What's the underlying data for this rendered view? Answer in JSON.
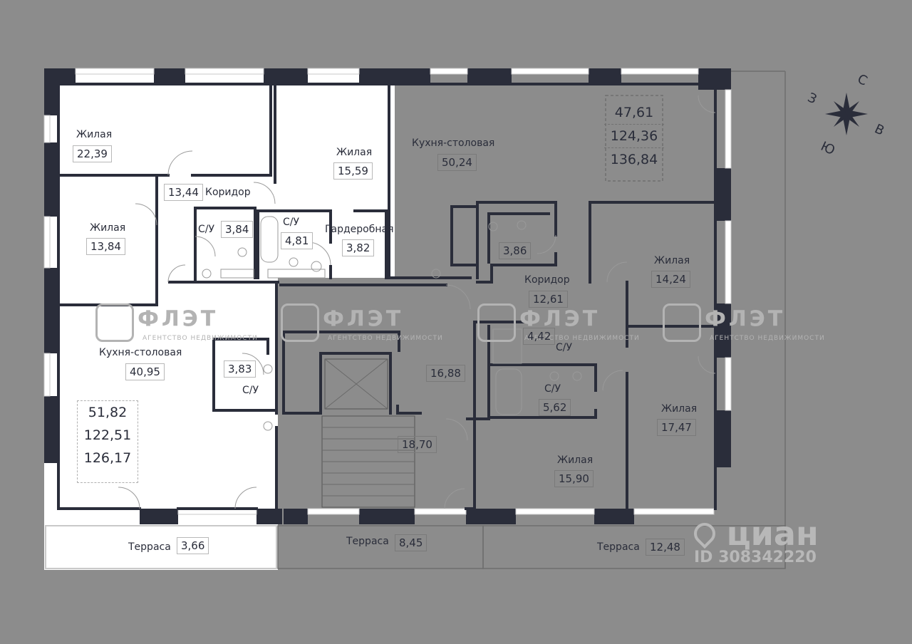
{
  "colors": {
    "background": "#8c8c8c",
    "highlighted_unit": "#ffffff",
    "wall": "#2a2d3a",
    "window": "#ffffff",
    "watermark": "#b3b3b3"
  },
  "compass": {
    "north": "С",
    "east": "В",
    "south": "Ю",
    "west": "З"
  },
  "watermark": {
    "name": "ФЛЭТ",
    "tagline": "АГЕНТСТВО НЕДВИЖИМОСТИ"
  },
  "source_logo": {
    "brand": "циан",
    "id": "ID 308342220"
  },
  "apartment_left": {
    "rooms": [
      {
        "label": "Жилая",
        "area": "22,39"
      },
      {
        "label": "Жилая",
        "area": "15,59"
      },
      {
        "label": "Коридор",
        "area": "13,44"
      },
      {
        "label": "Жилая",
        "area": "13,84"
      },
      {
        "label": "С/У",
        "area": "3,84"
      },
      {
        "label": "С/У",
        "area": "4,81"
      },
      {
        "label": "Гардеробная",
        "area": "3,82"
      },
      {
        "label": "Кухня-столовая",
        "area": "40,95"
      },
      {
        "label": "С/У",
        "area": "3,83"
      },
      {
        "label": "Терраса",
        "area": "3,66"
      }
    ],
    "summary": [
      "51,82",
      "122,51",
      "126,17"
    ]
  },
  "apartment_right": {
    "rooms": [
      {
        "label": "Кухня-столовая",
        "area": "50,24"
      },
      {
        "label": "",
        "area": "3,86"
      },
      {
        "label": "Коридор",
        "area": "12,61"
      },
      {
        "label": "Жилая",
        "area": "14,24"
      },
      {
        "label": "С/У",
        "area": "4,42"
      },
      {
        "label": "С/У",
        "area": "5,62"
      },
      {
        "label": "Жилая",
        "area": "17,47"
      },
      {
        "label": "Жилая",
        "area": "15,90"
      },
      {
        "label": "Терраса",
        "area": "12,48"
      }
    ],
    "summary": [
      "47,61",
      "124,36",
      "136,84"
    ]
  },
  "common": {
    "rooms": [
      {
        "label": "",
        "area": "16,88"
      },
      {
        "label": "",
        "area": "18,70"
      },
      {
        "label": "Терраса",
        "area": "8,45"
      }
    ]
  }
}
